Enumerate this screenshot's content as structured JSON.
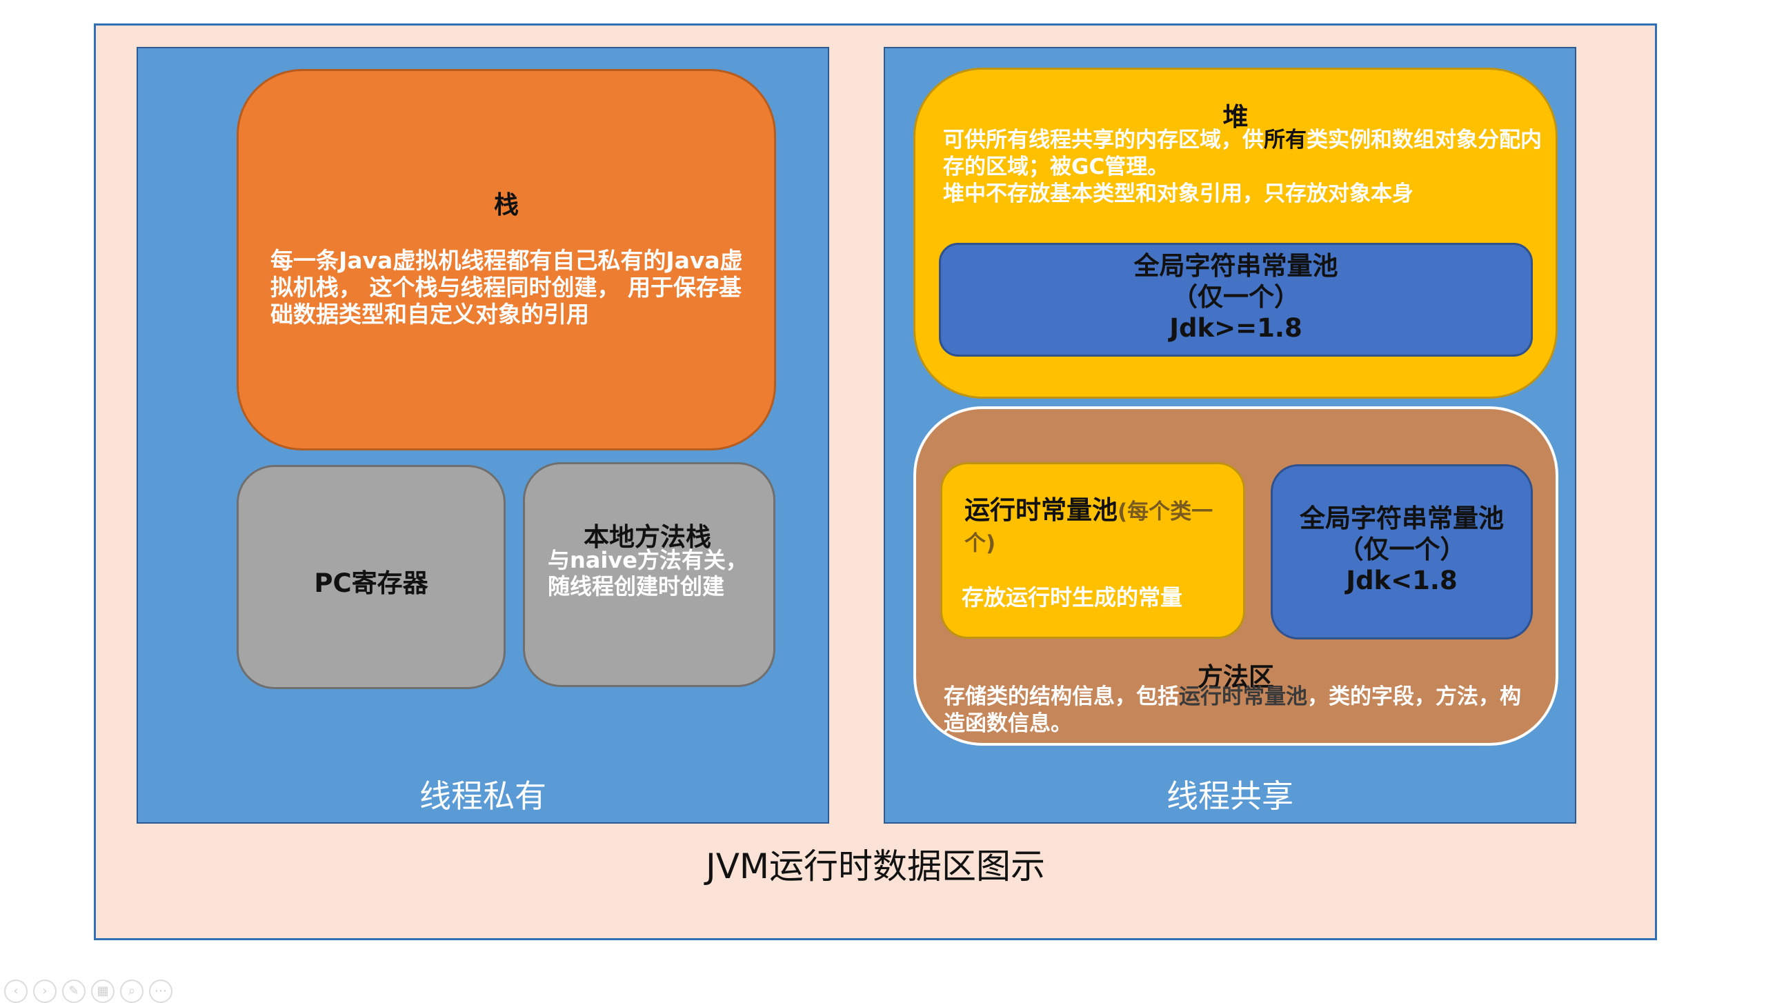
{
  "slide": {
    "caption": "JVM运行时数据区图示"
  },
  "private_panel": {
    "caption": "线程私有",
    "stack": {
      "title": "栈",
      "description": "每一条Java虚拟机线程都有自己私有的Java虚拟机栈， 这个栈与线程同时创建， 用于保存基础数据类型和自定义对象的引用"
    },
    "pc_register": {
      "label": "PC寄存器"
    },
    "native_stack": {
      "title": "本地方法栈",
      "description": "与naive方法有关，随线程创建时创建"
    }
  },
  "shared_panel": {
    "caption": "线程共享",
    "heap": {
      "title": "堆",
      "desc_part1": "可供所有线程共享的内存区域，供",
      "desc_part2": "所有",
      "desc_part3": "类实例和数组对象分配内存的区域；被GC管理。",
      "desc_line3": "堆中不存放基本类型和对象引用，只存放对象本身",
      "global_pool": {
        "line1": "全局字符串常量池",
        "line2": "（仅一个）",
        "line3": "Jdk>=1.8"
      }
    },
    "method_area": {
      "title": "方法区",
      "desc_part1": "存储类的结构信息，包括",
      "desc_part2": "运行时常量池",
      "desc_part3": "，类的字段，方法，构造函数信息。",
      "runtime_constant_pool": {
        "title": "运行时常量池",
        "subtitle": "(每个类一个)",
        "description": "存放运行时生成的常量"
      },
      "global_pool": {
        "line1": "全局字符串常量池",
        "line2": "（仅一个）",
        "line3": "Jdk<1.8"
      }
    }
  },
  "toolbar": {
    "icons": [
      "prev-icon",
      "next-icon",
      "pen-icon",
      "slides-icon",
      "zoom-icon",
      "more-icon"
    ]
  }
}
